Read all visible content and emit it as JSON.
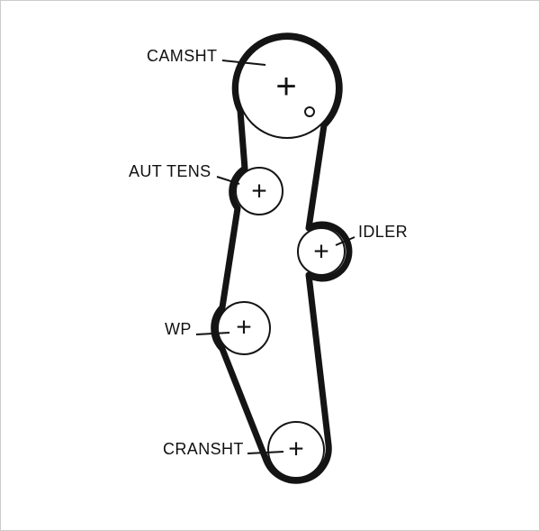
{
  "diagram": {
    "type": "timing-belt-routing",
    "labels": {
      "camsht": "CAMSHT",
      "aut_tens": "AUT TENS",
      "idler": "IDLER",
      "wp": "WP",
      "cransht": "CRANSHT"
    },
    "marks": {
      "pulley_center_glyph": "+"
    },
    "colors": {
      "line": "#141414",
      "background": "#ffffff",
      "frame_border": "#cccccc"
    }
  }
}
